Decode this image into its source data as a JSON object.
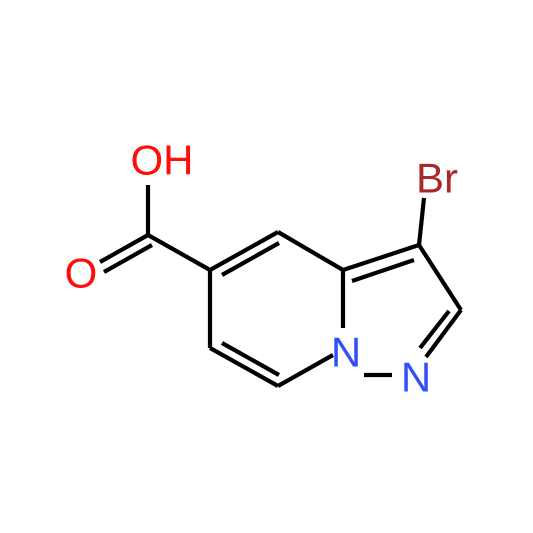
{
  "structure": {
    "atoms": [
      {
        "key": "br",
        "label": "Br",
        "color": "#a52a2a"
      },
      {
        "key": "oh",
        "label": "OH",
        "color": "#ff0d0d"
      },
      {
        "key": "o",
        "label": "O",
        "color": "#ff0d0d"
      },
      {
        "key": "n1",
        "label": "N",
        "color": "#3050f8"
      },
      {
        "key": "n2",
        "label": "N",
        "color": "#3050f8"
      }
    ],
    "bond_color": "#000000"
  }
}
